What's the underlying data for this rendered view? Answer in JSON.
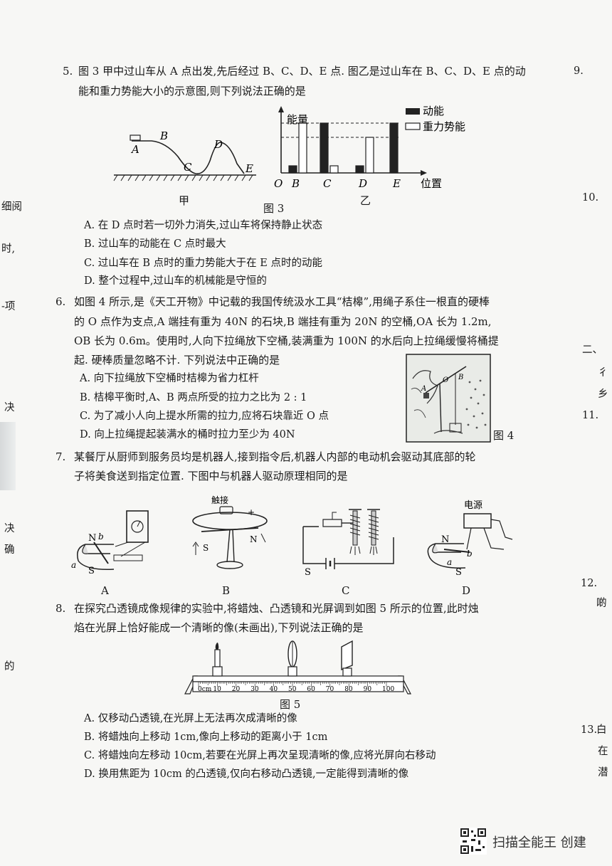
{
  "q5": {
    "number": "5.",
    "stem_line1": "图 3 甲中过山车从 A 点出发,先后经过 B、C、D、E 点. 图乙是过山车在 B、C、D、E 点的动",
    "stem_line2": "能和重力势能大小的示意图,则下列说法正确的是",
    "fig_left_points": [
      "A",
      "B",
      "C",
      "D",
      "E"
    ],
    "fig_left_caption": "甲",
    "fig_right_caption": "乙",
    "fig_caption": "图 3",
    "chart_data": {
      "type": "bar",
      "categories": [
        "B",
        "C",
        "D",
        "E"
      ],
      "series": [
        {
          "name": "动能",
          "values": [
            1,
            7,
            1,
            7
          ]
        },
        {
          "name": "重力势能",
          "values": [
            7,
            1,
            5,
            0
          ]
        }
      ],
      "ylabel": "能量",
      "xlabel": "位置",
      "origin_label": "O",
      "ylim": [
        0,
        10
      ],
      "legend": "top-right"
    },
    "options": [
      "A.  在 D 点时若一切外力消失,过山车将保持静止状态",
      "B.  过山车的动能在 C 点时最大",
      "C.  过山车在 B 点时的重力势能大于在 E 点时的动能",
      "D.  整个过程中,过山车的机械能是守恒的"
    ]
  },
  "q6": {
    "number": "6.",
    "stem_line1": "如图 4 所示,是《天工开物》中记载的我国传统汲水工具“桔槔”,用绳子系住一根直的硬棒",
    "stem_line2": "的 O 点作为支点,A 端挂有重为 40N 的石块,B 端挂有重为 20N 的空桶,OA 长为 1.2m,",
    "stem_line3": "OB 长为 0.6m。使用时,人向下拉绳放下空桶,装满重为 100N 的水后向上拉绳缓慢将桶提",
    "stem_line4": "起. 硬棒质量忽略不计. 下列说法中正确的是",
    "fig_caption": "图 4",
    "fig_labels": [
      "A",
      "O",
      "B"
    ],
    "options": [
      "A.  向下拉绳放下空桶时桔槔为省力杠杆",
      "B.  桔槔平衡时,A、B 两点所受的拉力之比为 2 : 1",
      "C.  为了减小人向上提水所需的拉力,应将石块靠近 O 点",
      "D.  向上拉绳提起装满水的桶时拉力至少为 40N"
    ]
  },
  "q7": {
    "number": "7.",
    "stem_line1": "某餐厅从厨师到服务员均是机器人,接到指令后,机器人内部的电动机会驱动其底部的轮",
    "stem_line2": "子将美食送到指定位置. 下图中与机器人驱动原理相同的是",
    "fig_b_top": "触接",
    "fig_d_top": "电源",
    "pole_n": "N",
    "pole_s": "S",
    "label_a": "a",
    "label_b": "b",
    "plus": "+",
    "minus": "−",
    "captions": [
      "A",
      "B",
      "C",
      "D"
    ]
  },
  "q8": {
    "number": "8.",
    "stem_line1": "在探究凸透镜成像规律的实验中,将蜡烛、凸透镜和光屏调到如图 5 所示的位置,此时烛",
    "stem_line2": "焰在光屏上恰好能成一个清晰的像(未画出),下列说法正确的是",
    "ruler_labels": [
      "0cm",
      "10",
      "20",
      "30",
      "40",
      "50",
      "60",
      "70",
      "80",
      "90",
      "100"
    ],
    "fig_caption": "图 5",
    "options": [
      "A.  仅移动凸透镜,在光屏上无法再次成清晰的像",
      "B.  将蜡烛向上移动 1cm,像向上移动的距离小于 1cm",
      "C.  将蜡烛向左移动 10cm,若要在光屏上再次呈现清晰的像,应将光屏向右移动",
      "D.  换用焦距为 10cm 的凸透镜,仅向右移动凸透镜,一定能得到清晰的像"
    ]
  },
  "left_margin": [
    "细阅",
    "时,",
    "-项",
    "决",
    "决",
    "确",
    "的"
  ],
  "right_margin": [
    "9.",
    "10.",
    "二、",
    "彳",
    "乡",
    "11.",
    "12.",
    "啲",
    "13.",
    "白",
    "在",
    "潜"
  ],
  "footer": {
    "text": "扫描全能王  创建"
  }
}
